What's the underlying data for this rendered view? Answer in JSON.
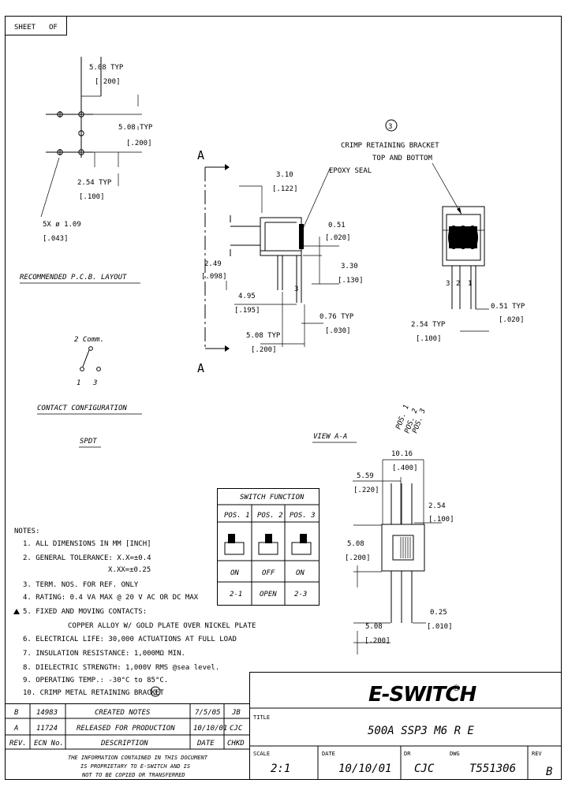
{
  "sheet_box": {
    "sheet": "SHEET",
    "of": "OF"
  },
  "pcb": {
    "dim1": "5.08 TYP",
    "dim1_in": "[.200]",
    "dim2": "5.08 TYP",
    "dim2_in": "[.200]",
    "dim3": "2.54 TYP",
    "dim3_in": "[.100]",
    "hole": "5X ø 1.09",
    "hole_in": "[.043]",
    "title": "RECOMMENDED P.C.B. LAYOUT"
  },
  "contact": {
    "pin2": "2 Comm.",
    "pin1": "1",
    "pin3": "3",
    "title": "CONTACT CONFIGURATION",
    "type": "SPDT"
  },
  "side_view": {
    "section_letter": "A",
    "d_310": "3.10",
    "d_310_in": "[.122]",
    "epoxy": "EPOXY SEAL",
    "d_051": "0.51",
    "d_051_in": "[.020]",
    "d_249": "2.49",
    "d_249_in": "[.098]",
    "d_330": "3.30",
    "d_330_in": "[.130]",
    "d_495": "4.95",
    "d_495_in": "[.195]",
    "d_076": "0.76 TYP",
    "d_076_in": "[.030]",
    "d_508": "5.08 TYP",
    "d_508_in": "[.200]",
    "pin_label": "3"
  },
  "bracket_view": {
    "balloon": "3",
    "note_line1": "CRIMP RETAINING BRACKET",
    "note_line2": "TOP AND BOTTOM",
    "pins": [
      "3",
      "2",
      "1"
    ],
    "d_051": "0.51 TYP",
    "d_051_in": "[.020]",
    "d_254": "2.54 TYP",
    "d_254_in": "[.100]"
  },
  "view_aa": {
    "title": "VIEW A-A",
    "pos1": "POS. 1",
    "pos2": "POS. 2",
    "pos3": "POS. 3",
    "d_1016": "10.16",
    "d_1016_in": "[.400]",
    "d_559": "5.59",
    "d_559_in": "[.220]",
    "d_254": "2.54",
    "d_254_in": "[.100]",
    "d_508a": "5.08",
    "d_508a_in": "[.200]",
    "d_508b": "5.08",
    "d_508b_in": "[.200]",
    "d_025": "0.25",
    "d_025_in": "[.010]"
  },
  "switch_function": {
    "title": "SWITCH FUNCTION",
    "headers": [
      "POS. 1",
      "POS. 2",
      "POS. 3"
    ],
    "states": [
      "ON",
      "OFF",
      "ON"
    ],
    "circuits": [
      "2-1",
      "OPEN",
      "2-3"
    ]
  },
  "notes": {
    "heading": "NOTES:",
    "items": [
      "1. ALL DIMENSIONS IN MM [INCH]",
      "2. GENERAL TOLERANCE: X.X=±0.4",
      "X.XX=±0.25",
      "3. TERM. NOS. FOR REF. ONLY",
      "4. RATING: 0.4 VA MAX @ 20 V AC OR DC MAX",
      "5. FIXED AND MOVING CONTACTS:",
      "COPPER ALLOY W/ GOLD PLATE OVER NICKEL PLATE",
      "6. ELECTRICAL LIFE: 30,000 ACTUATIONS AT FULL LOAD",
      "7. INSULATION RESISTANCE: 1,000MΩ MIN.",
      "8. DIELECTRIC STRENGTH: 1,000V RMS @sea level.",
      "9. OPERATING TEMP.: -30°C to 85°C.",
      "10. CRIMP METAL RETAINING BRACKET"
    ],
    "balloon": "3"
  },
  "revision_block": {
    "rows": [
      {
        "rev": "B",
        "ecn": "14983",
        "description": "CREATED NOTES",
        "date": "7/5/05",
        "chkd": "JB"
      },
      {
        "rev": "A",
        "ecn": "11724",
        "description": "RELEASED FOR PRODUCTION",
        "date": "10/10/01",
        "chkd": "CJC"
      }
    ],
    "headers": {
      "rev": "REV.",
      "ecn": "ECN No.",
      "description": "DESCRIPTION",
      "date": "DATE",
      "chkd": "CHKD"
    },
    "proprietary": [
      "THE INFORMATION CONTAINED IN THIS DOCUMENT",
      "IS PROPRIETARY TO E-SWITCH AND IS",
      "NOT TO BE COPIED OR TRANSFERRED"
    ]
  },
  "title_block": {
    "logo": "E-SWITCH",
    "logo_mark": "®",
    "title_label": "TITLE",
    "title": "500A SSP3 M6 R E",
    "scale_label": "SCALE",
    "scale": "2:1",
    "date_label": "DATE",
    "date": "10/10/01",
    "dr_label": "DR",
    "dr": "CJC",
    "dwg_label": "DWG",
    "dwg": "T551306",
    "rev_label": "REV",
    "rev": "B"
  }
}
